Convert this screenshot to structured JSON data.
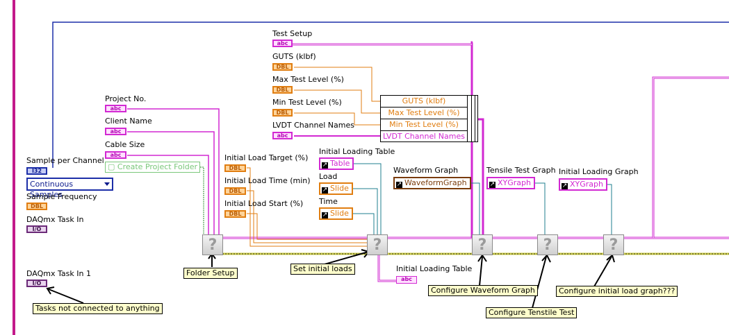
{
  "controls": {
    "test_setup": {
      "label": "Test Setup",
      "glyph": "abc"
    },
    "guts": {
      "label": "GUTS (klbf)",
      "glyph": "DBL"
    },
    "max_test_level": {
      "label": "Max Test Level (%)",
      "glyph": "DBL"
    },
    "min_test_level": {
      "label": "Min Test Level (%)",
      "glyph": "DBL"
    },
    "lvdt_channel_names": {
      "label": "LVDT Channel Names",
      "glyph": "abc"
    },
    "project_no": {
      "label": "Project No.",
      "glyph": "abc"
    },
    "client_name": {
      "label": "Client Name",
      "glyph": "abc"
    },
    "cable_size": {
      "label": "Cable Size",
      "glyph": "abc"
    },
    "create_project_folder": {
      "label": "Create Project Folder"
    },
    "sample_per_channel": {
      "label": "Sample per Channel",
      "glyph": "I32"
    },
    "sample_mode": {
      "value": "Continuous Samples"
    },
    "sample_frequency": {
      "label": "Sample Frequency",
      "glyph": "DBL"
    },
    "daqmx_task_in": {
      "label": "DAQmx Task In",
      "glyph": "I/O"
    },
    "daqmx_task_in_1": {
      "label": "DAQmx Task In 1",
      "glyph": "I/O"
    },
    "initial_load_target": {
      "label": "Initial Load Target (%)",
      "glyph": "DBL"
    },
    "initial_load_time": {
      "label": "Initial Load Time (min)",
      "glyph": "DBL"
    },
    "initial_load_start": {
      "label": "Initial Load Start (%)",
      "glyph": "DBL"
    },
    "initial_loading_table_out": {
      "label": "Initial Loading Table",
      "glyph": "abc"
    }
  },
  "references": {
    "initial_loading_table": {
      "label": "Initial Loading Table",
      "value": "Table"
    },
    "load": {
      "label": "Load",
      "value": "Slide"
    },
    "time": {
      "label": "Time",
      "value": "Slide"
    },
    "waveform_graph": {
      "label": "Waveform Graph",
      "value": "WaveformGraph"
    },
    "tensile_test_graph": {
      "label": "Tensile Test Graph",
      "value": "XYGraph"
    },
    "initial_loading_graph": {
      "label": "Initial Loading Graph",
      "value": "XYGraph"
    }
  },
  "bundle": {
    "rows": [
      "GUTS (klbf)",
      "Max Test Level (%)",
      "Min Test Level (%)",
      "LVDT Channel Names"
    ]
  },
  "subvis": {
    "glyph": "?"
  },
  "notes": {
    "folder_setup": "Folder Setup",
    "set_initial_loads": "Set initial loads",
    "configure_waveform_graph": "Configure Waveform Graph",
    "configure_tensile_test": "Configure Tenstile Test",
    "configure_initial_load_graph": "Configure initial load graph???",
    "tasks_not_connected": "Tasks not connected to anything"
  },
  "colors": {
    "dbl": "#e07d10",
    "string": "#d228d2",
    "cluster": "#d228d2",
    "integer": "#1c2ea8",
    "daqmx": "#6b2a78",
    "error_wire": "#c9c94a"
  }
}
